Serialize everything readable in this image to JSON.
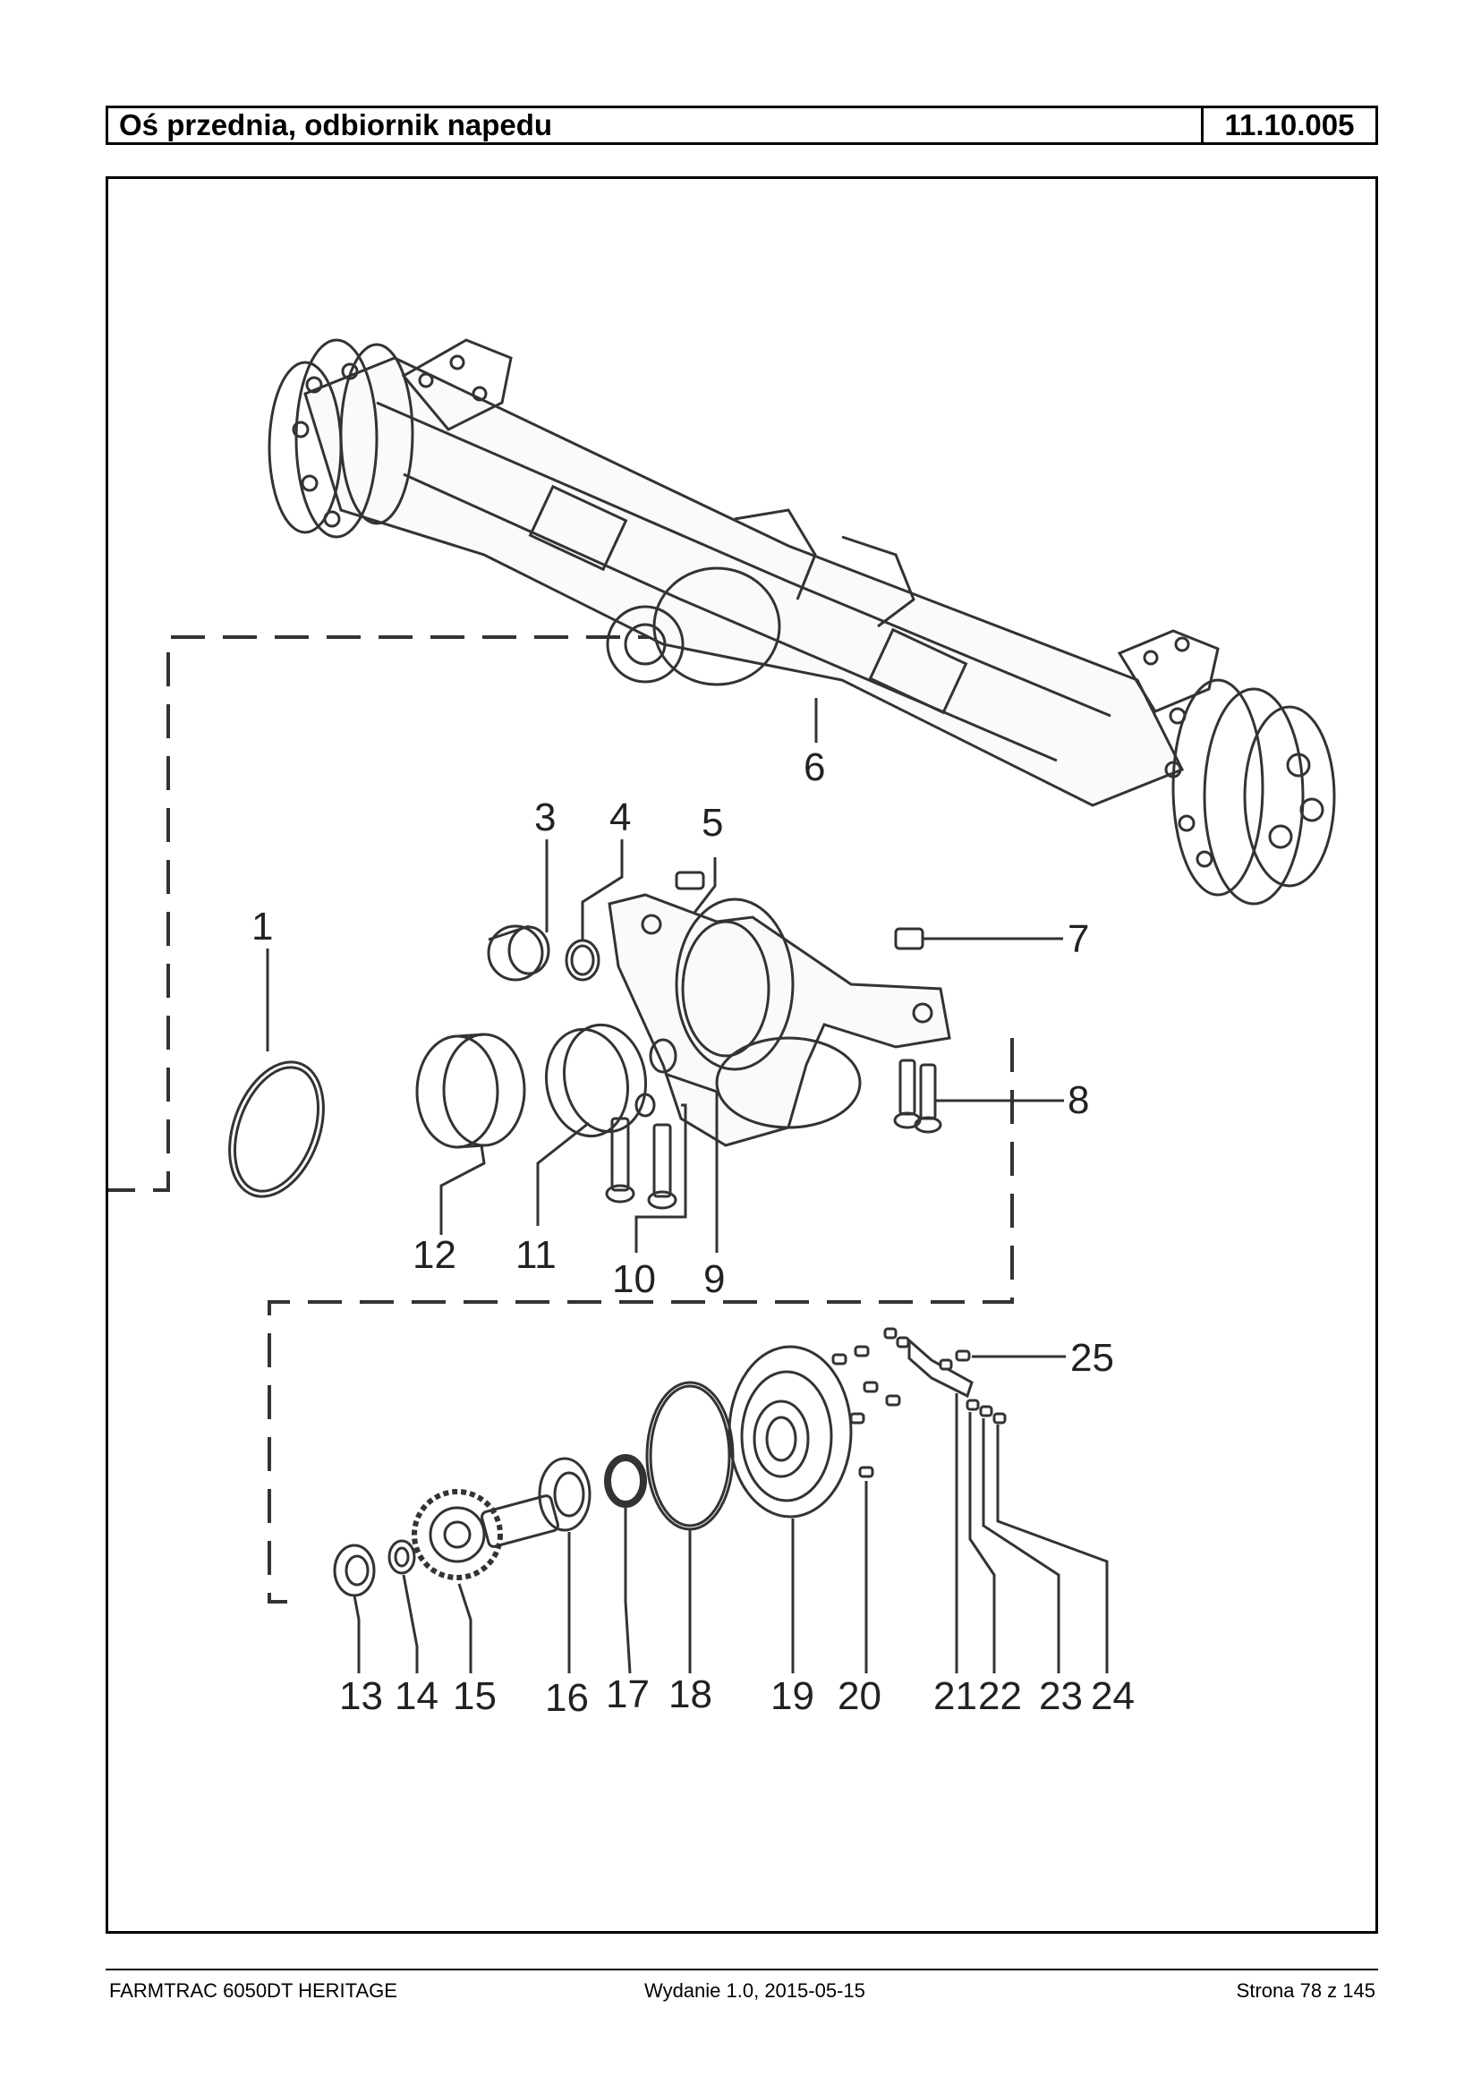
{
  "header": {
    "title": "Oś przednia, odbiornik napedu",
    "code": "11.10.005"
  },
  "callouts": {
    "c1": "1",
    "c2": "3",
    "c3": "4",
    "c4": "5",
    "c5": "6",
    "c6": "7",
    "c7": "8",
    "c8": "9",
    "c9": "10",
    "c10": "11",
    "c11": "12",
    "c12": "13",
    "c13": "14",
    "c14": "15",
    "c15": "16",
    "c16": "17",
    "c17": "18",
    "c18": "19",
    "c19": "20",
    "c20": "21",
    "c21": "22",
    "c22": "23",
    "c23": "24",
    "c24": "25"
  },
  "footer": {
    "model": "FARMTRAC 6050DT HERITAGE",
    "edition": "Wydanie 1.0,  2015-05-15",
    "page": "Strona 78 z 145"
  }
}
